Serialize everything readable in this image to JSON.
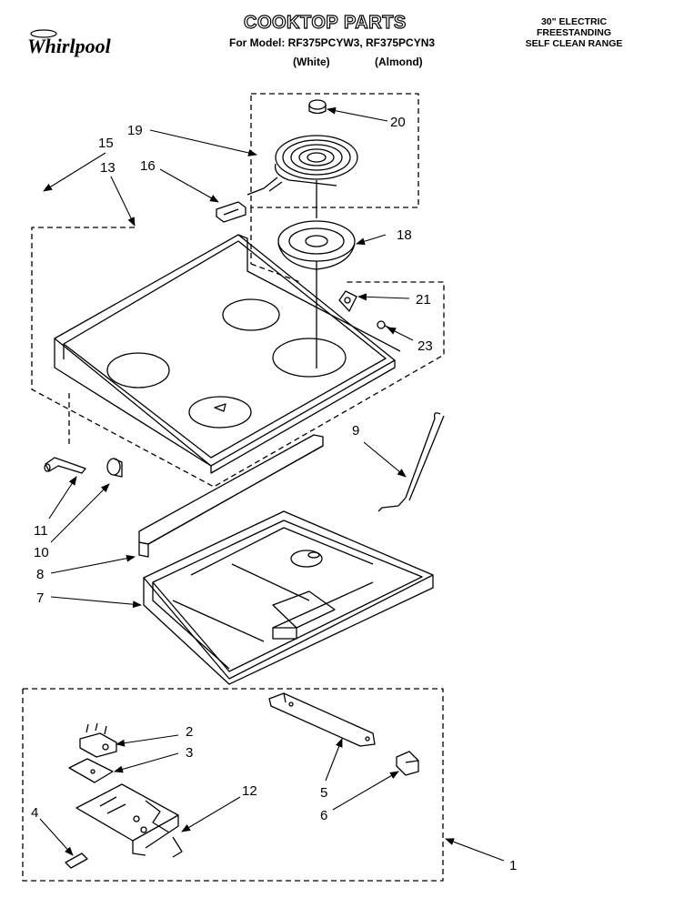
{
  "header": {
    "brand": "Whirlpool",
    "title": "COOKTOP PARTS",
    "model_line": "For Model: RF375PCYW3, RF375PCYN3",
    "variant_white": "(White)",
    "variant_almond": "(Almond)",
    "range_lines": [
      "30\" ELECTRIC",
      "FREESTANDING",
      "SELF CLEAN RANGE"
    ]
  },
  "callouts": [
    "1",
    "2",
    "3",
    "4",
    "5",
    "6",
    "7",
    "8",
    "9",
    "10",
    "11",
    "12",
    "13",
    "15",
    "16",
    "18",
    "19",
    "20",
    "21",
    "23"
  ]
}
